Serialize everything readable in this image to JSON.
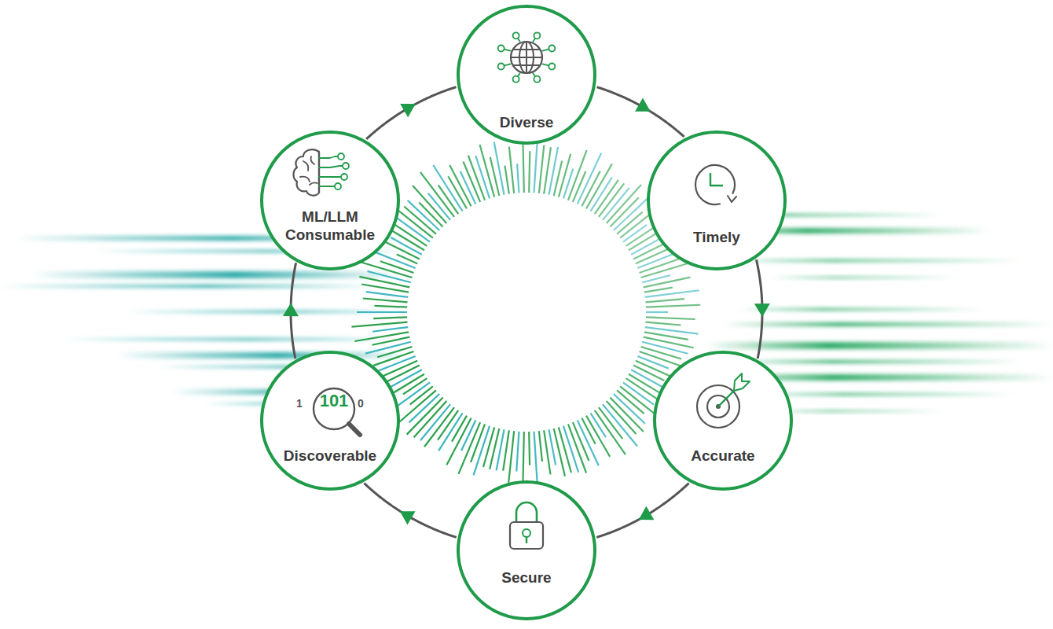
{
  "diagram": {
    "nodes": [
      {
        "text": [
          "Diverse"
        ]
      },
      {
        "text": [
          "Timely"
        ]
      },
      {
        "text": [
          "Accurate"
        ]
      },
      {
        "text": [
          "Secure"
        ]
      },
      {
        "text": [
          "Discoverable"
        ]
      },
      {
        "text": [
          "ML/LLM Consumable"
        ]
      }
    ],
    "edges": [
      {
        "from": 0,
        "to": 1,
        "arrow": "to"
      },
      {
        "from": 1,
        "to": 2,
        "arrow": "to"
      },
      {
        "from": 2,
        "to": 3,
        "arrow": "to"
      },
      {
        "from": 3,
        "to": 4,
        "arrow": "to"
      },
      {
        "from": 4,
        "to": 5,
        "arrow": "to"
      },
      {
        "from": 5,
        "to": 0,
        "arrow": "to"
      }
    ],
    "labels": [
      "1",
      "101",
      "0"
    ]
  }
}
